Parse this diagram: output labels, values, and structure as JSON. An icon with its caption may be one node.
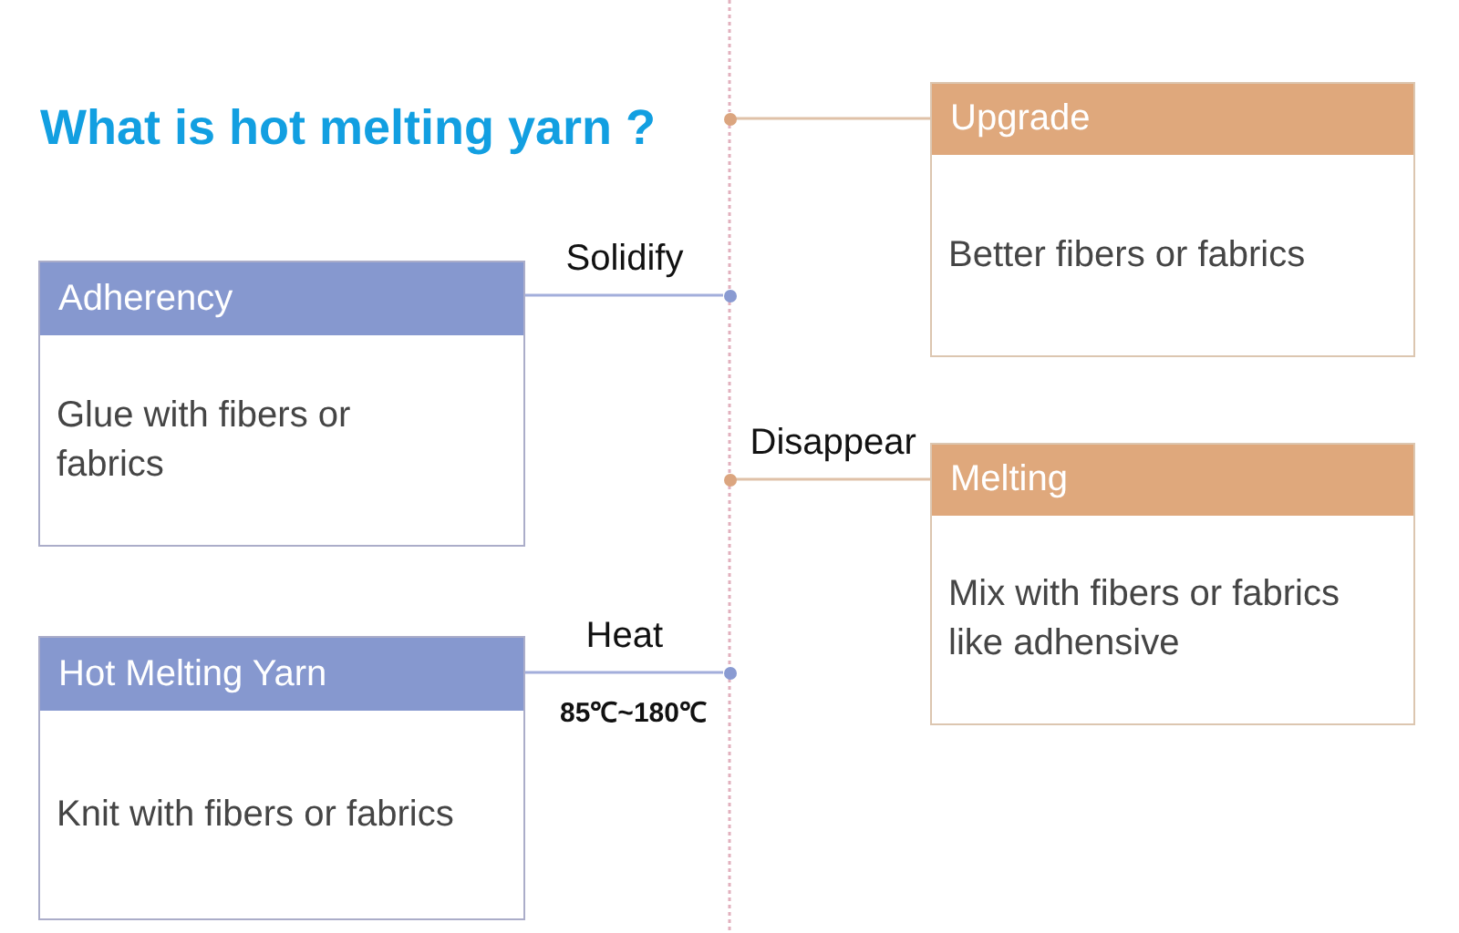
{
  "diagram": {
    "title": "What is hot melting yarn ?",
    "nodes": [
      {
        "text": [
          "Upgrade",
          "Better fibers or fabrics"
        ]
      },
      {
        "text": [
          "Adherency",
          "Glue with fibers or fabrics"
        ]
      },
      {
        "text": [
          "Melting",
          "Mix with fibers or fabrics like adhensive"
        ]
      },
      {
        "text": [
          "Hot Melting Yarn",
          "Knit with fibers or fabrics"
        ]
      },
      {
        "text": [],
        "shape": "circle"
      },
      {
        "text": [],
        "shape": "circle"
      },
      {
        "text": [],
        "shape": "circle"
      },
      {
        "text": [],
        "shape": "circle"
      }
    ],
    "edges": [
      {
        "from": 0,
        "to": 4,
        "arrow": "none",
        "color": "#dfc1a8"
      },
      {
        "from": 1,
        "to": 5,
        "label": "Solidify",
        "arrow": "none",
        "color": "#a3aedb"
      },
      {
        "from": 2,
        "to": 6,
        "label": "Disappear",
        "arrow": "none",
        "color": "#dfc1a8"
      },
      {
        "from": 3,
        "to": 7,
        "label": "Heat",
        "arrow": "none",
        "color": "#a3aedb"
      },
      {
        "from": null,
        "to": 4,
        "arrow": "none",
        "style": "dashed",
        "color": "#e2b0bd"
      },
      {
        "from": 4,
        "to": 5,
        "arrow": "none",
        "style": "dashed",
        "color": "#e2b0bd"
      },
      {
        "from": 5,
        "to": 6,
        "arrow": "none",
        "style": "dashed",
        "color": "#e2b0bd"
      },
      {
        "from": 6,
        "to": 7,
        "arrow": "none",
        "style": "dashed",
        "color": "#e2b0bd"
      },
      {
        "from": 7,
        "to": null,
        "arrow": "none",
        "style": "dashed",
        "color": "#e2b0bd"
      }
    ],
    "labels": [
      "85℃~180℃"
    ]
  }
}
